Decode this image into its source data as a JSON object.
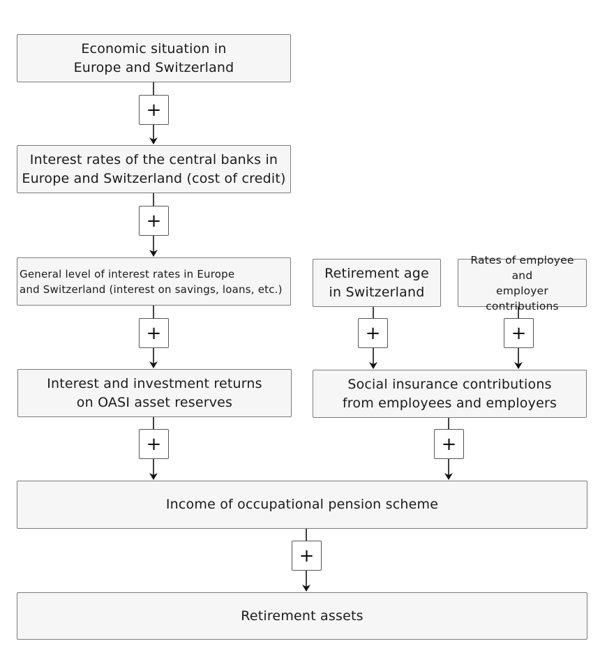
{
  "nodes": {
    "economic": "Economic situation in\nEurope and Switzerland",
    "central_banks": "Interest rates of the central banks in\nEurope and Switzerland (cost of credit)",
    "general_rates": "General level of interest rates in Europe\nand Switzerland (interest on savings, loans, etc.)",
    "retirement_age": "Retirement age\nin Switzerland",
    "contribution_rates": "Rates of employee and\nemployer contributions",
    "investment_returns": "Interest and investment returns\non OASI asset reserves",
    "social_contributions": "Social insurance contributions\nfrom employees and employers",
    "pension_income": "Income of occupational pension scheme",
    "retirement_assets": "Retirement assets"
  },
  "link_sign": "+"
}
